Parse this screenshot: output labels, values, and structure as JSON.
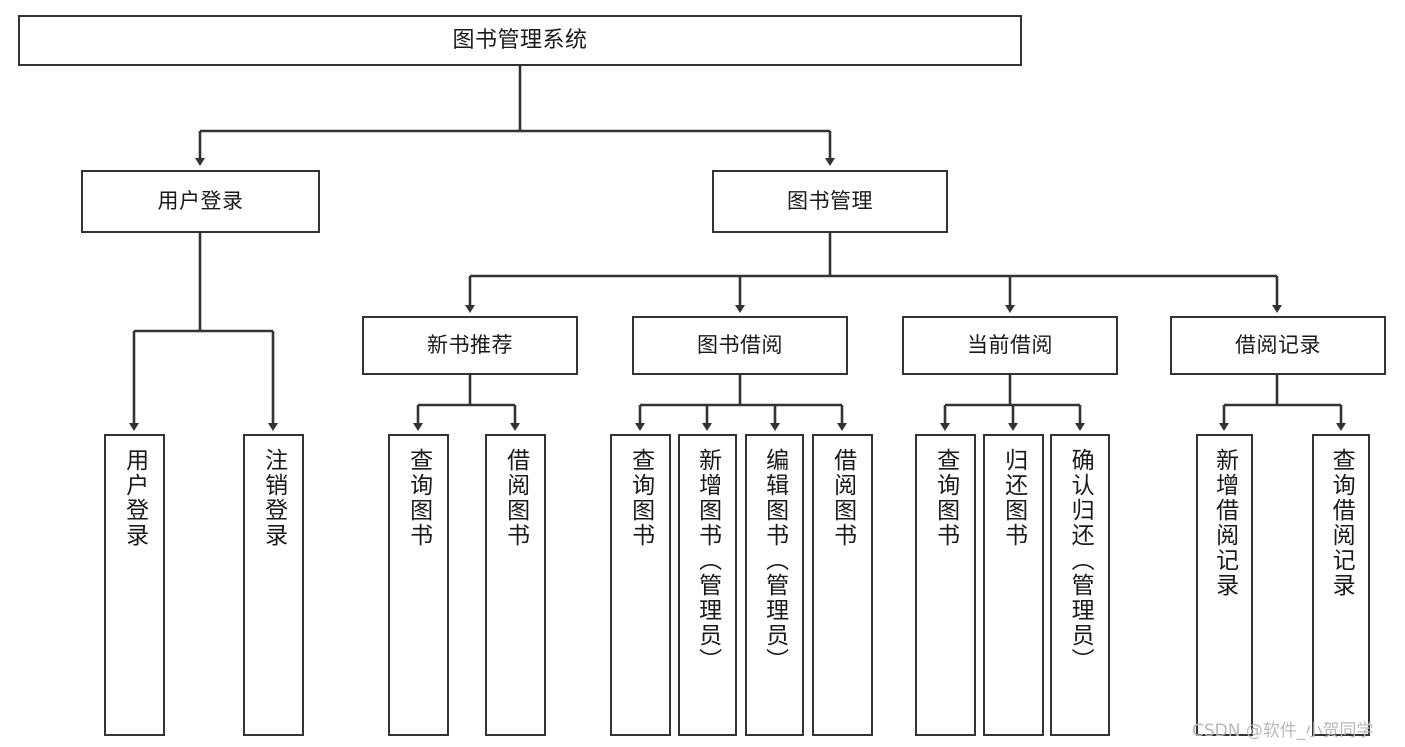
{
  "diagram": {
    "title": "图书管理系统",
    "watermark": "CSDN @软件_小贺同学",
    "stroke_color": "#333333",
    "background_color": "#ffffff",
    "text_color": "#1a1a1a",
    "nodes": {
      "root": "图书管理系统",
      "level2": [
        "用户登录",
        "图书管理"
      ],
      "level3": [
        "新书推荐",
        "图书借阅",
        "当前借阅",
        "借阅记录"
      ],
      "leaves": {
        "user_login": [
          "用户登录",
          "注销登录"
        ],
        "new_book_recommend": [
          "查询图书",
          "借阅图书"
        ],
        "book_borrow": [
          "查询图书",
          "新增图书（管理员）",
          "编辑图书（管理员）",
          "借阅图书"
        ],
        "current_borrow": [
          "查询图书",
          "归还图书",
          "确认归还（管理员）"
        ],
        "borrow_record": [
          "新增借阅记录",
          "查询借阅记录"
        ]
      }
    }
  }
}
